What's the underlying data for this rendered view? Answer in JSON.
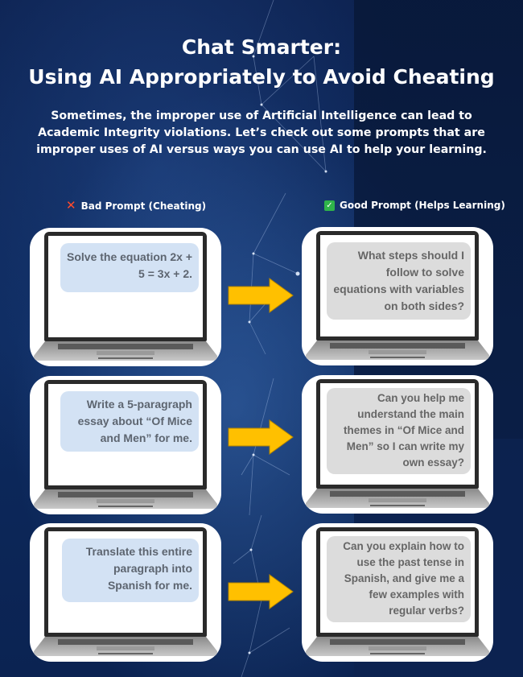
{
  "header": {
    "title_line1": "Chat Smarter:",
    "title_line2": "Using AI Appropriately to Avoid Cheating",
    "intro": "Sometimes, the improper use of Artificial Intelligence can lead to Academic Integrity violations. Let’s check out some prompts that are improper uses of AI versus ways you can use AI to help your learning."
  },
  "columns": {
    "bad": {
      "icon": "cross-mark-icon",
      "label": "Bad Prompt (Cheating)"
    },
    "good": {
      "icon": "check-mark-icon",
      "label": "Good Prompt (Helps Learning)"
    }
  },
  "colors": {
    "background": "#0c214f",
    "bad_bubble": "#d3e2f4",
    "good_bubble": "#dcdcdc",
    "arrow": "#ffc000",
    "cross": "#ff4b2b",
    "check": "#2fb34a"
  },
  "rows": [
    {
      "bad": "Solve the equation 2x + 5 = 3x + 2.",
      "good": "What steps should I follow to solve equations with variables on both sides?"
    },
    {
      "bad": "Write a 5-paragraph essay about “Of Mice and Men” for me.",
      "good": "Can you help me understand the main themes in “Of Mice and Men” so I can write my own essay?"
    },
    {
      "bad": "Translate this entire paragraph into Spanish for me.",
      "good": "Can you explain how to use the past tense in Spanish, and give me a few examples with regular verbs?"
    }
  ]
}
